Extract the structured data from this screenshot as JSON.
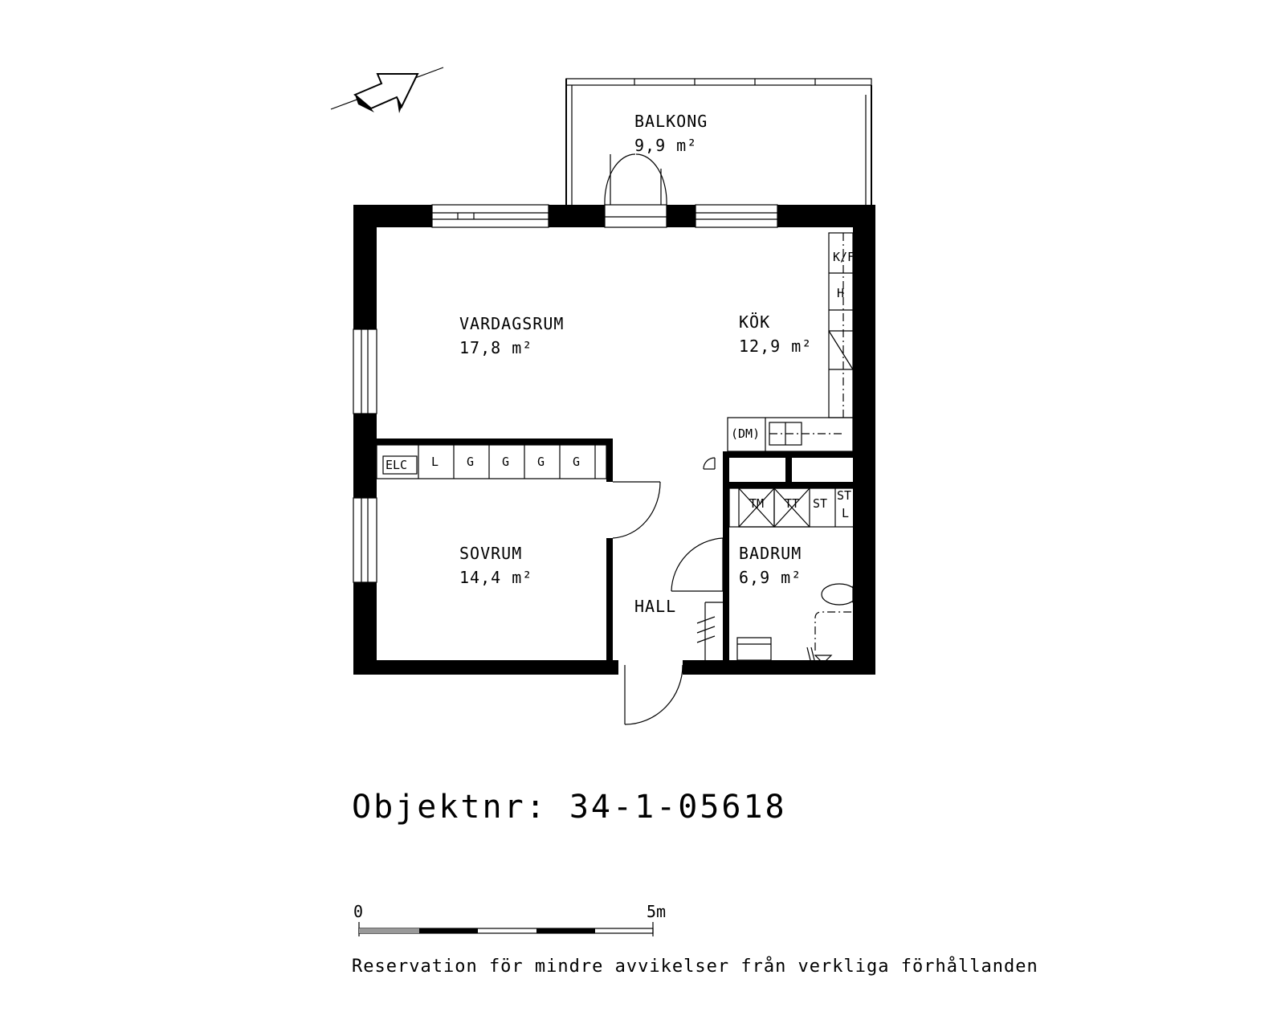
{
  "rooms": {
    "balkong": {
      "name": "BALKONG",
      "area": "9,9 m²"
    },
    "vardagsrum": {
      "name": "VARDAGSRUM",
      "area": "17,8 m²"
    },
    "kok": {
      "name": "KÖK",
      "area": "12,9 m²"
    },
    "sovrum": {
      "name": "SOVRUM",
      "area": "14,4 m²"
    },
    "badrum": {
      "name": "BADRUM",
      "area": "6,9 m²"
    },
    "hall": {
      "name": "HALL"
    }
  },
  "fixtures": {
    "kf": "K/F",
    "h": "H",
    "dm": "(DM)",
    "elc": "ELC",
    "l": "L",
    "g": "G",
    "tm": "TM",
    "tt": "TT",
    "st": "ST",
    "stl_top": "ST",
    "stl_bottom": "L"
  },
  "object_number": "Objektnr: 34-1-05618",
  "scale_bar": {
    "start": "0",
    "end": "5m"
  },
  "disclaimer": "Reservation för mindre avvikelser från verkliga förhållanden",
  "icons": [
    "north-arrow-icon",
    "door-swing-icon",
    "toilet-icon",
    "sink-icon",
    "shower-icon"
  ]
}
